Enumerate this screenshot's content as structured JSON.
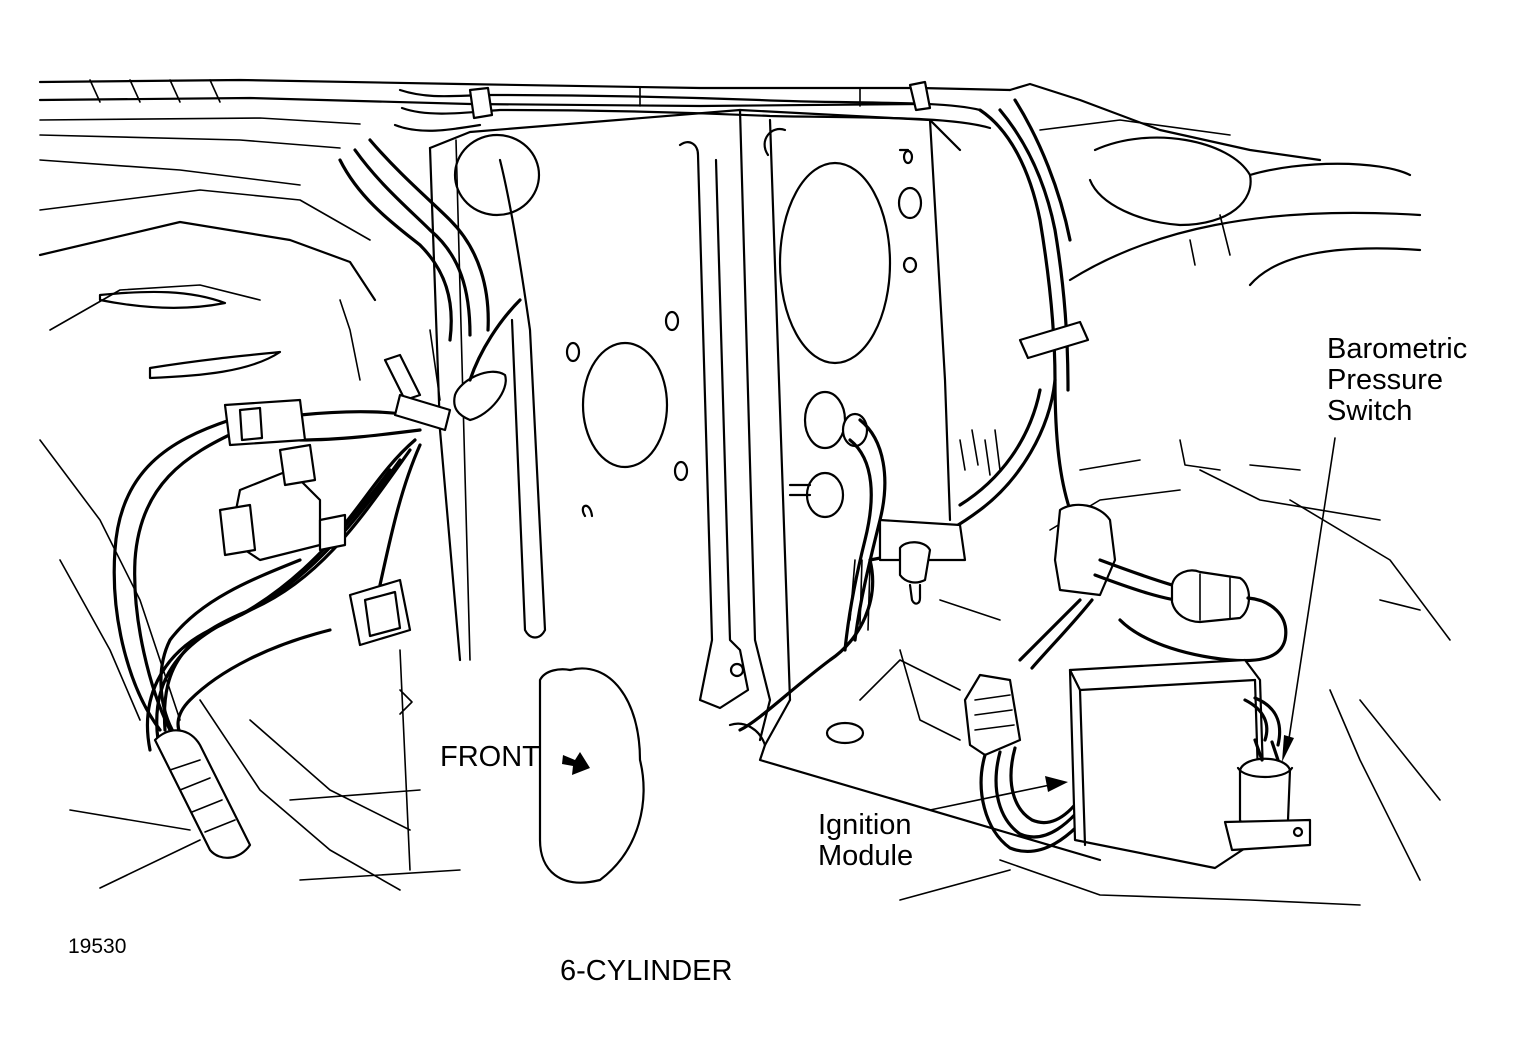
{
  "labels": {
    "front": "FRONT",
    "barometric_pressure_switch": [
      "Barometric",
      "Pressure",
      "Switch"
    ],
    "ignition_module": [
      "Ignition",
      "Module"
    ],
    "figure_number": "19530",
    "caption": "6-CYLINDER"
  },
  "colors": {
    "line": "#000000",
    "background": "#ffffff"
  }
}
